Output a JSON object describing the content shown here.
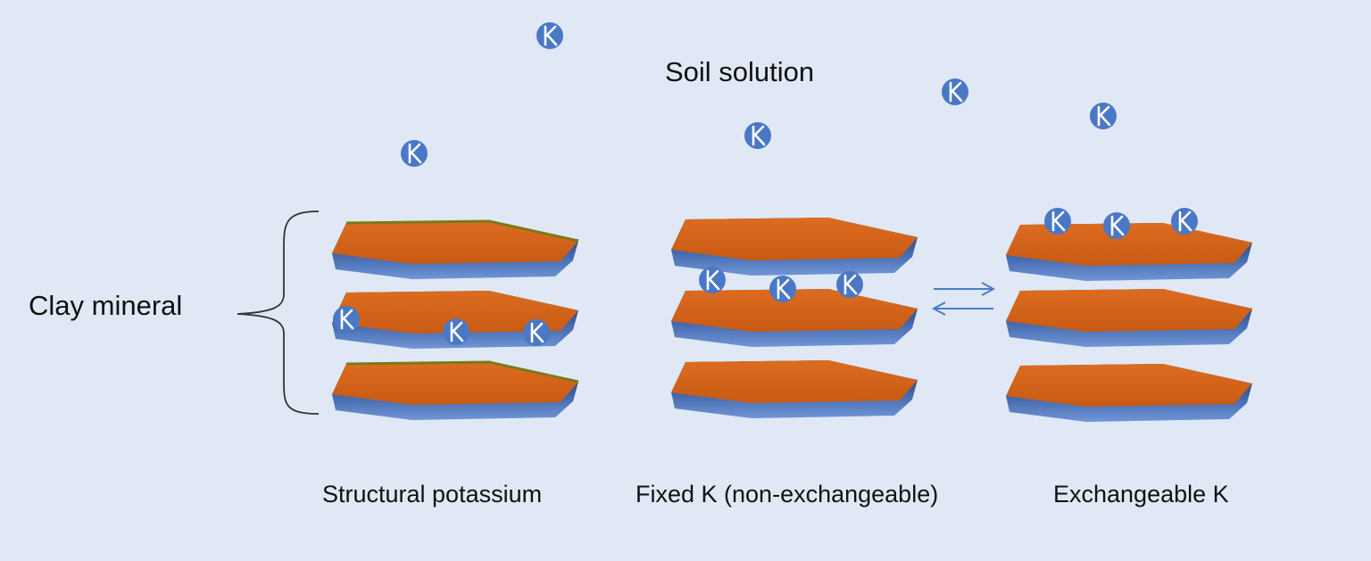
{
  "labels": {
    "soil_solution": "Soil solution",
    "clay_mineral": "Clay mineral",
    "structural": "Structural potassium",
    "fixed": "Fixed K (non-exchangeable)",
    "exchangeable": "Exchangeable K"
  },
  "ion_symbol": "K",
  "colors": {
    "background": "#e0e8f5",
    "plate_top": "#d2621a",
    "plate_side": "#3f63a6",
    "ion": "#4a78c6",
    "arrow": "#4a7cc9",
    "olive_edge": "#7a7a18"
  },
  "equilibrium_arrows": "forward-backward"
}
